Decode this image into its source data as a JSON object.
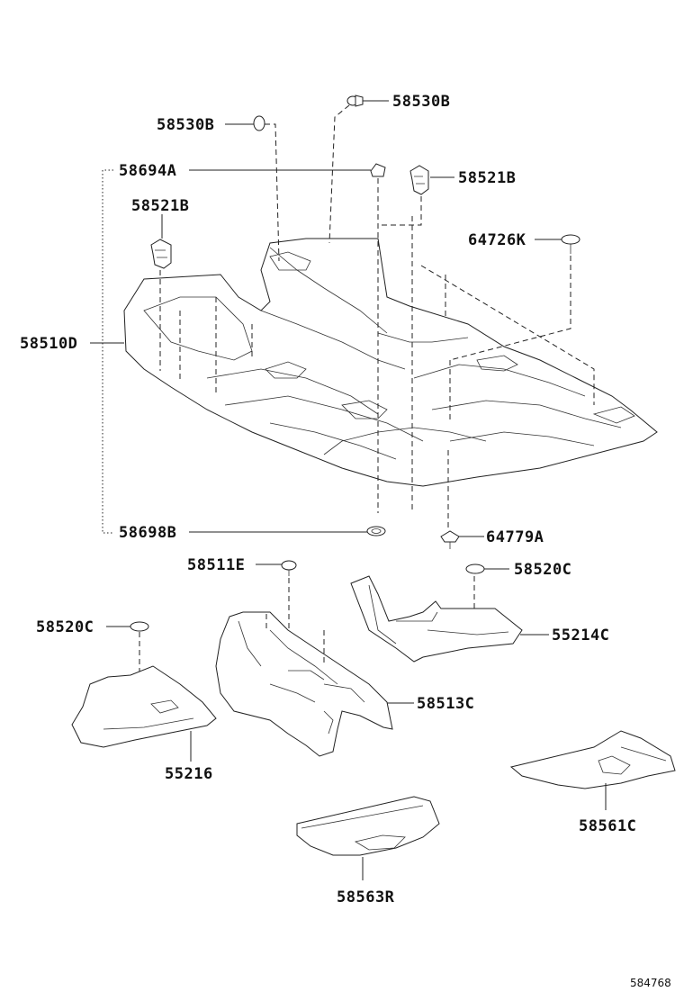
{
  "labels": {
    "p58530b_top": "58530B",
    "p58530b_left": "58530B",
    "p58694a": "58694A",
    "p58521b_right": "58521B",
    "p58521b_left": "58521B",
    "p64726k": "64726K",
    "p58510d": "58510D",
    "p58698b": "58698B",
    "p64779a": "64779A",
    "p58511e": "58511E",
    "p58520c_right": "58520C",
    "p58520c_left": "58520C",
    "p55214c": "55214C",
    "p58513c": "58513C",
    "p55216": "55216",
    "p58561c": "58561C",
    "p58563r": "58563R"
  },
  "diagram_id": "584768"
}
